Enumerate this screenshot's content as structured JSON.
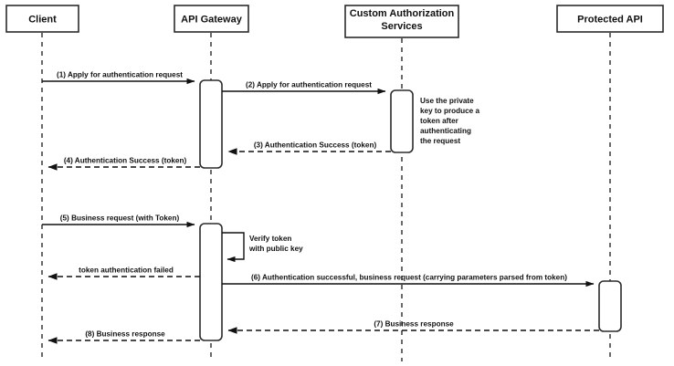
{
  "diagram": {
    "title": "API Gateway token authentication sequence",
    "type": "sequence-diagram",
    "colors": {
      "background": "#ffffff",
      "stroke": "#2b2b2b",
      "text": "#111111"
    },
    "participants": [
      {
        "id": "client",
        "label": "Client"
      },
      {
        "id": "api-gateway",
        "label": "API Gateway"
      },
      {
        "id": "custom-auth",
        "label": "Custom Authorization\nServices",
        "line1": "Custom Authorization",
        "line2": "Services"
      },
      {
        "id": "protected-api",
        "label": "Protected API"
      }
    ],
    "messages": [
      {
        "seq": "1",
        "label": "(1) Apply for authentication request",
        "from": "client",
        "to": "api-gateway",
        "style": "solid"
      },
      {
        "seq": "2",
        "label": "(2) Apply for authentication request",
        "from": "api-gateway",
        "to": "custom-auth",
        "style": "solid"
      },
      {
        "seq": "3",
        "label": "(3) Authentication Success (token)",
        "from": "custom-auth",
        "to": "api-gateway",
        "style": "dashed"
      },
      {
        "seq": "4",
        "label": "(4) Authentication Success (token)",
        "from": "api-gateway",
        "to": "client",
        "style": "dashed"
      },
      {
        "seq": "5",
        "label": "(5) Business request (with Token)",
        "from": "client",
        "to": "api-gateway",
        "style": "solid"
      },
      {
        "seq": "x",
        "label": "token authentication failed",
        "from": "api-gateway",
        "to": "client",
        "style": "dashed"
      },
      {
        "seq": "6",
        "label": "(6) Authentication successful, business request (carrying parameters parsed from token)",
        "from": "api-gateway",
        "to": "protected-api",
        "style": "solid"
      },
      {
        "seq": "7",
        "label": "(7) Business response",
        "from": "protected-api",
        "to": "api-gateway",
        "style": "dashed"
      },
      {
        "seq": "8",
        "label": "(8) Business response",
        "from": "api-gateway",
        "to": "client",
        "style": "dashed"
      }
    ],
    "notes": [
      {
        "id": "private-key-note",
        "owner": "custom-auth",
        "lines": [
          "Use the private",
          "key to produce a",
          "token after",
          "authenticating",
          "the request"
        ]
      },
      {
        "id": "verify-token-note",
        "owner": "api-gateway",
        "lines": [
          "Verify token",
          "with public key"
        ]
      }
    ]
  }
}
